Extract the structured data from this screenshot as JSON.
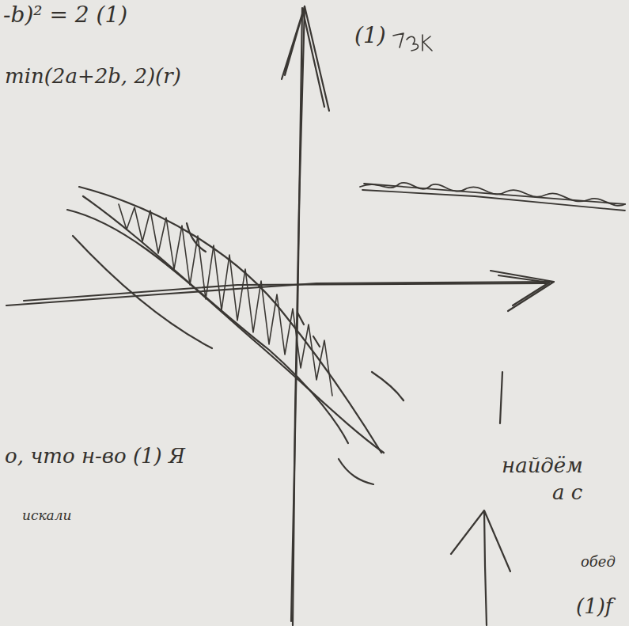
{
  "diagram": {
    "labels": [
      "-b)² = 2 (1)",
      "min(2a+2b, 2)(r)",
      "(1)",
      "о, что н-во (1) Я",
      "искали",
      "найдём",
      "а с",
      "обед",
      "(1)f"
    ]
  }
}
